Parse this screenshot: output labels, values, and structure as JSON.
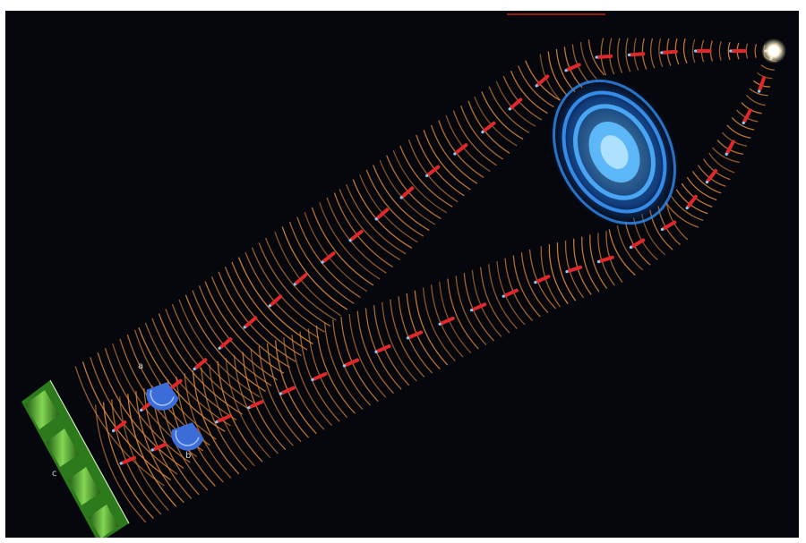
{
  "image": {
    "background": "#05070d",
    "frame_color": "#ffffff",
    "wavefront_color": "#e38a3a",
    "photon_color": "#e0282a",
    "galaxy_color": "#2f8cf0",
    "source_color": "#fff6d0",
    "grating_color": "#49a531",
    "detector_color": "#3c6cd8",
    "labels": {
      "detector_a": "a",
      "detector_b": "b",
      "screen": "c"
    }
  }
}
